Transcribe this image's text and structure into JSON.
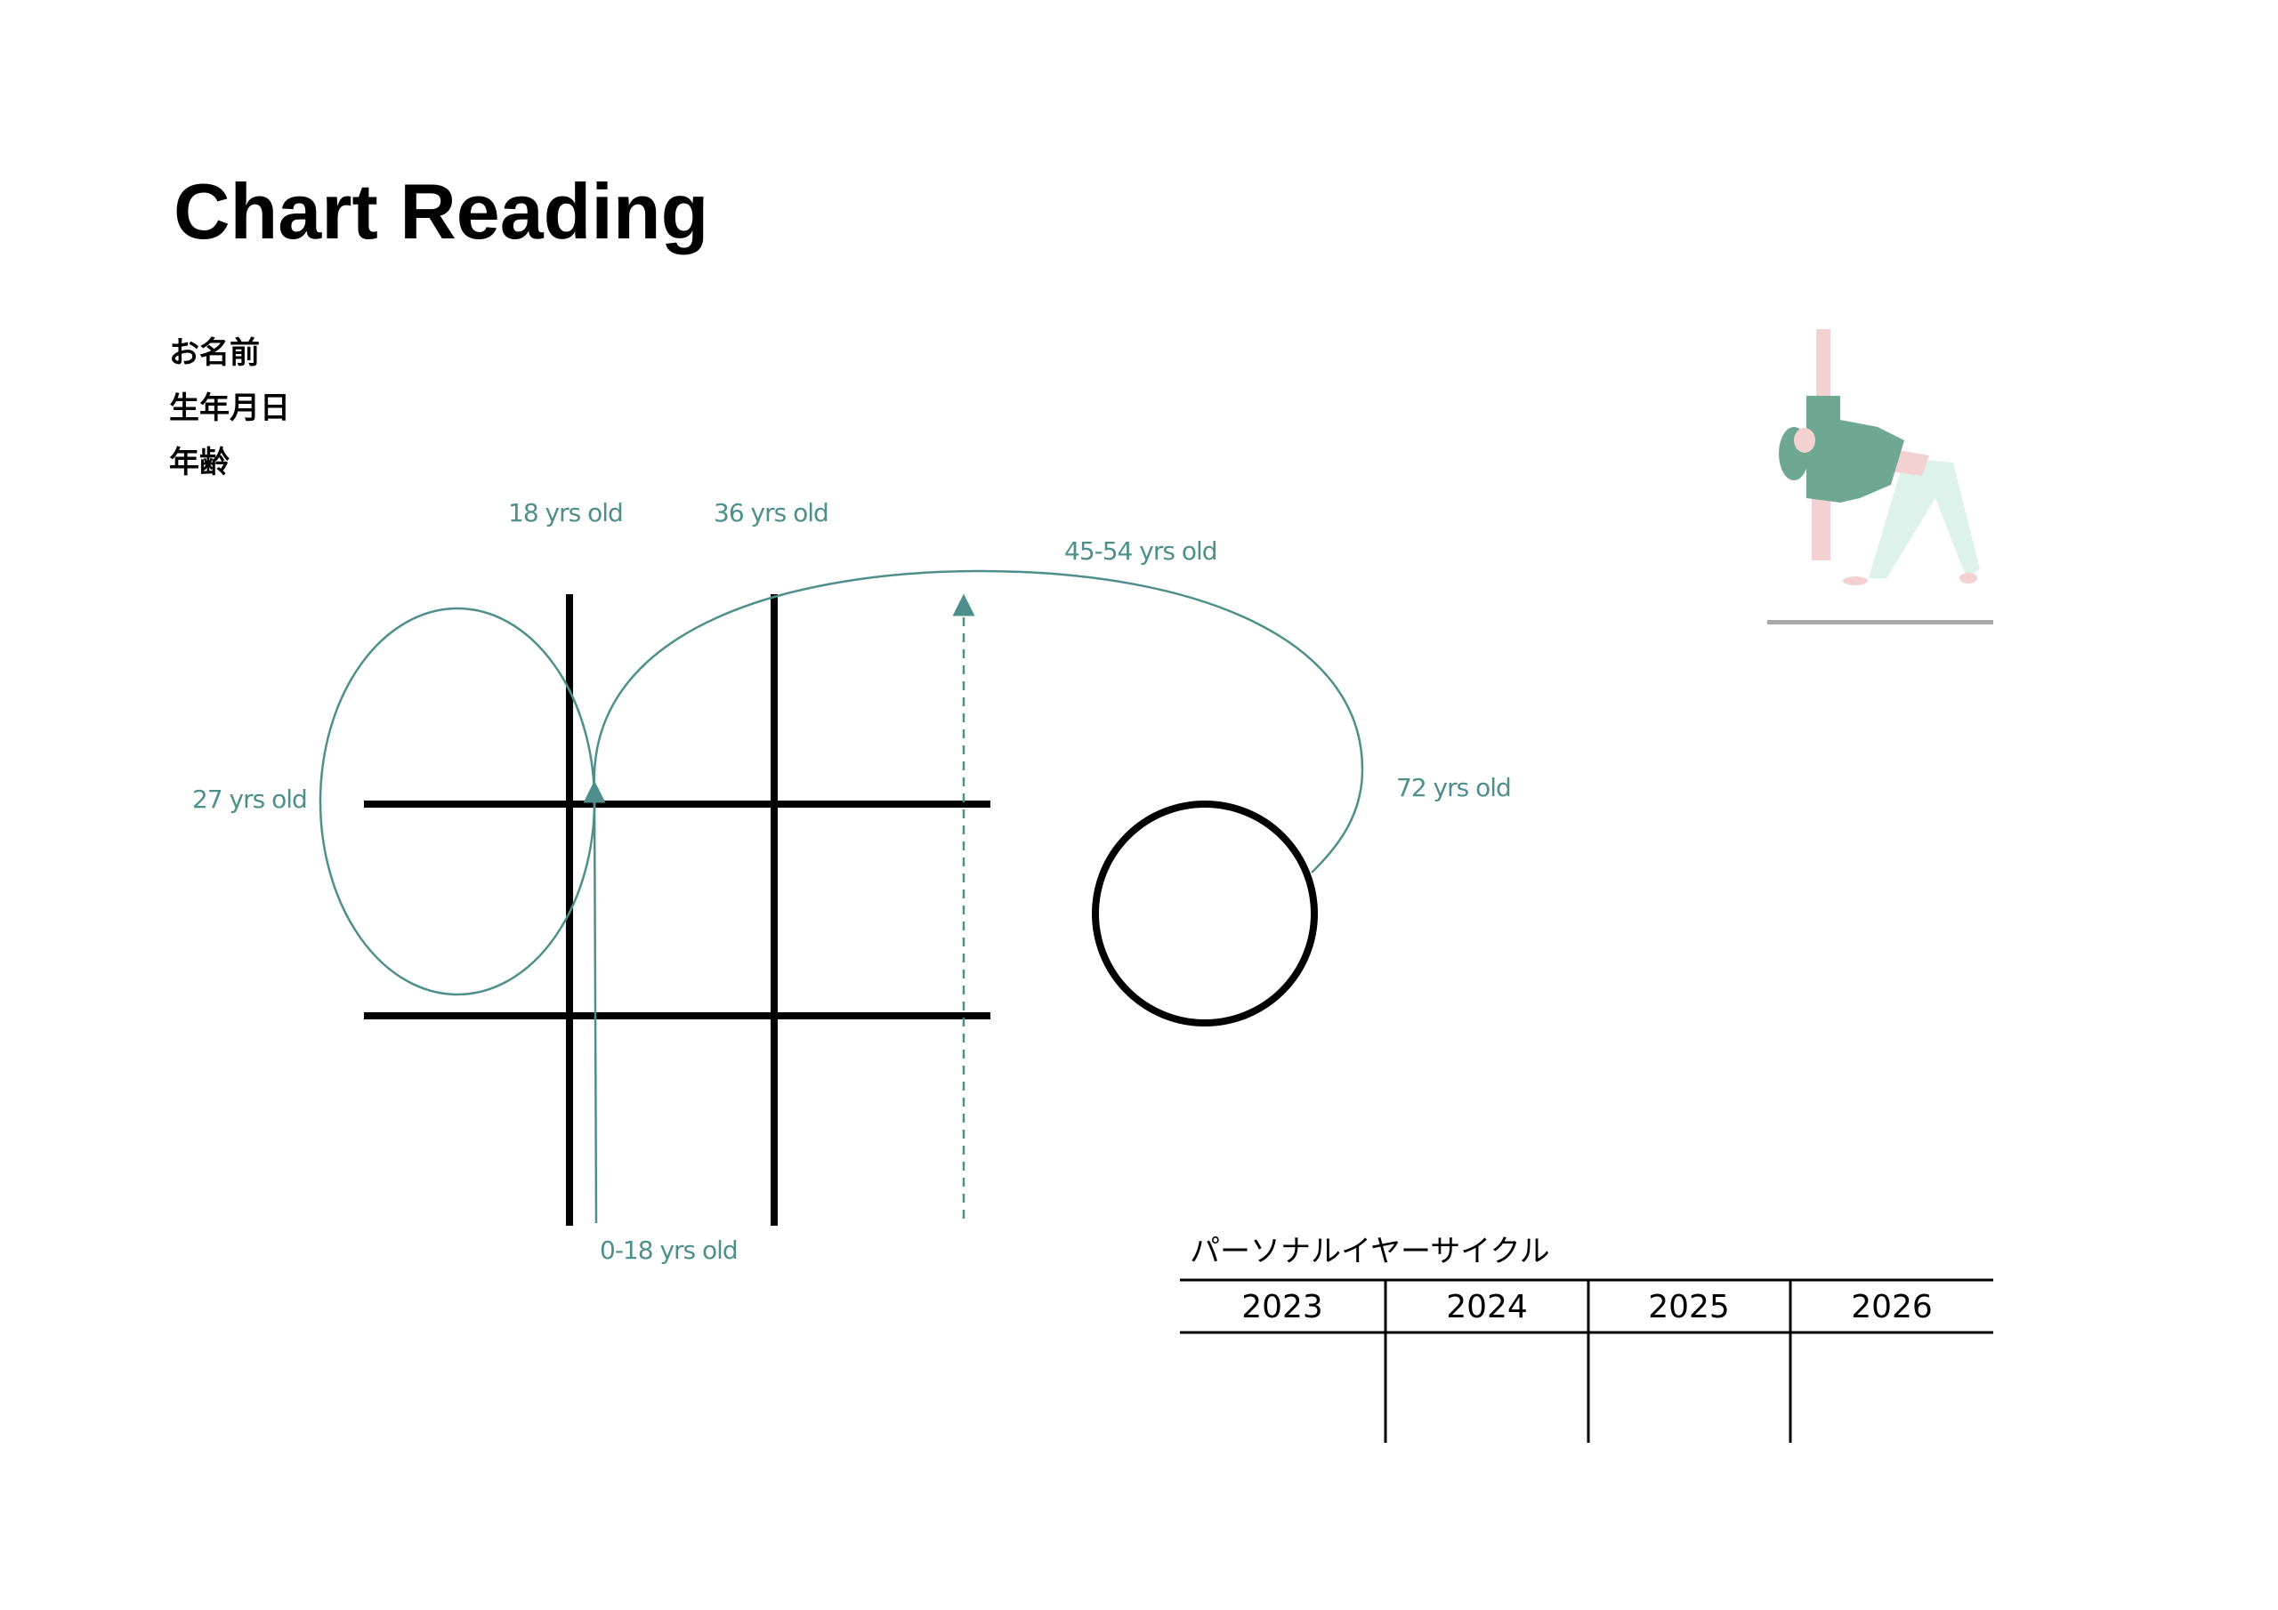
{
  "title": "Chart Reading",
  "fields": {
    "name": "お名前",
    "birthdate": "生年月日",
    "age": "年齢"
  },
  "age_labels": {
    "a18": "18 yrs old",
    "a36": "36 yrs old",
    "a45_54": "45-54 yrs old",
    "a27": "27 yrs old",
    "a72": "72 yrs old",
    "a0_18": "0-18 yrs old"
  },
  "personal_year_cycle": {
    "title": "パーソナルイヤーサイクル",
    "years": [
      "2023",
      "2024",
      "2025",
      "2026"
    ],
    "values": [
      "",
      "",
      "",
      ""
    ]
  },
  "colors": {
    "accent": "#4f8f8b",
    "line": "#000000",
    "figure_green": "#6fa892",
    "figure_pink": "#f3d0d2",
    "figure_mint": "#dcf2ea"
  }
}
